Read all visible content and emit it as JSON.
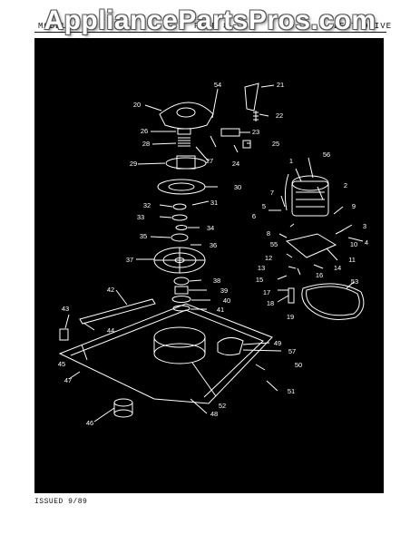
{
  "header": {
    "left": "MODEL",
    "mid": "PAGE 8",
    "right": "BELT DRIVE"
  },
  "watermark": "AppliancePartsPros.com",
  "footer": "ISSUED 9/89",
  "callouts": [
    "1",
    "2",
    "3",
    "4",
    "5",
    "6",
    "7",
    "8",
    "9",
    "10",
    "11",
    "12",
    "13",
    "14",
    "15",
    "16",
    "17",
    "18",
    "19",
    "20",
    "21",
    "22",
    "23",
    "24",
    "25",
    "26",
    "27",
    "28",
    "29",
    "30",
    "31",
    "32",
    "33",
    "34",
    "35",
    "36",
    "37",
    "38",
    "39",
    "40",
    "41",
    "42",
    "43",
    "44",
    "45",
    "46",
    "47",
    "48",
    "49",
    "50",
    "51",
    "52",
    "53",
    "54",
    "55",
    "56",
    "57"
  ]
}
